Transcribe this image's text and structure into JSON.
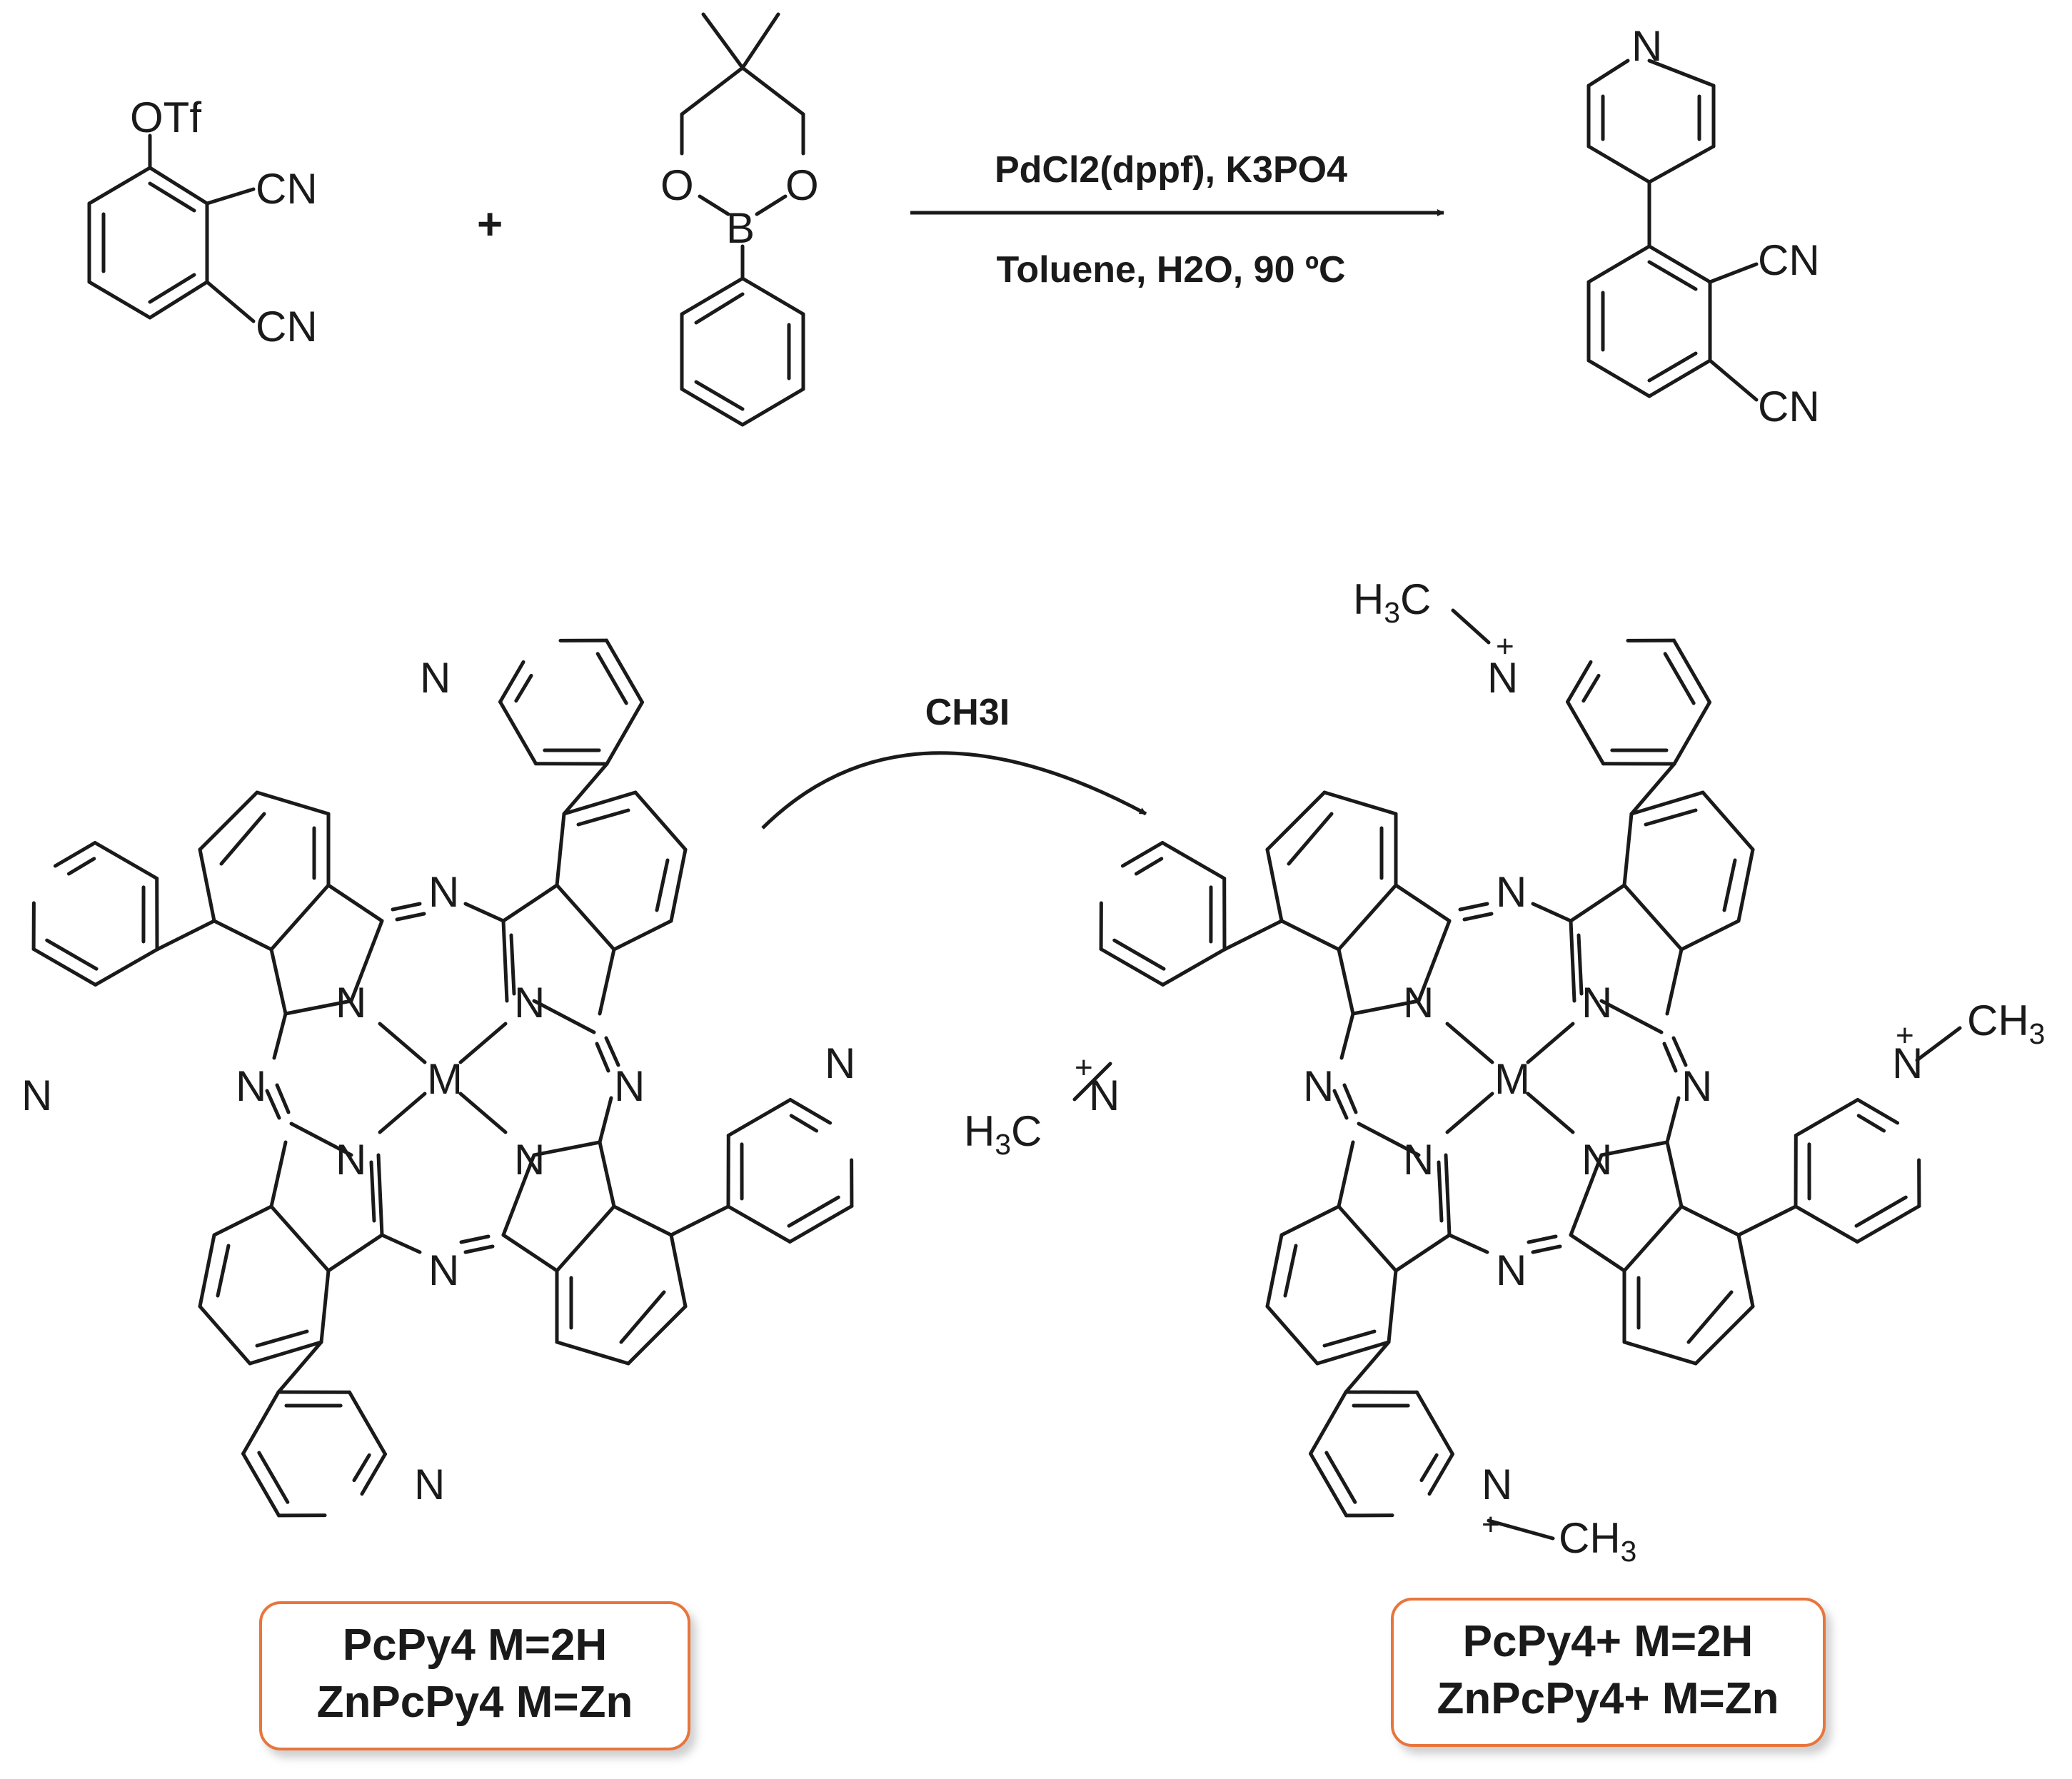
{
  "colors": {
    "ink": "#1a1a1a",
    "box_border": "#e8743b",
    "box_shadow": "#d8d8d8",
    "background": "#ffffff"
  },
  "atoms": {
    "otf": "OTf",
    "cn": "CN",
    "n": "N",
    "m": "M",
    "o": "O",
    "b": "B",
    "h3c": "H3C",
    "ch3": "CH3",
    "plus": "+"
  },
  "reaction1": {
    "plus_sign": "+",
    "condition_top": "PdCl2(dppf), K3PO4",
    "condition_bottom": "Toluene, H2O, 90 ºC"
  },
  "reaction2": {
    "reagent": "CH3I"
  },
  "labels": {
    "left_line1": "PcPy4 M=2H",
    "left_line2": "ZnPcPy4 M=Zn",
    "right_line1": "PcPy4+ M=2H",
    "right_line2": "ZnPcPy4+ M=Zn"
  }
}
